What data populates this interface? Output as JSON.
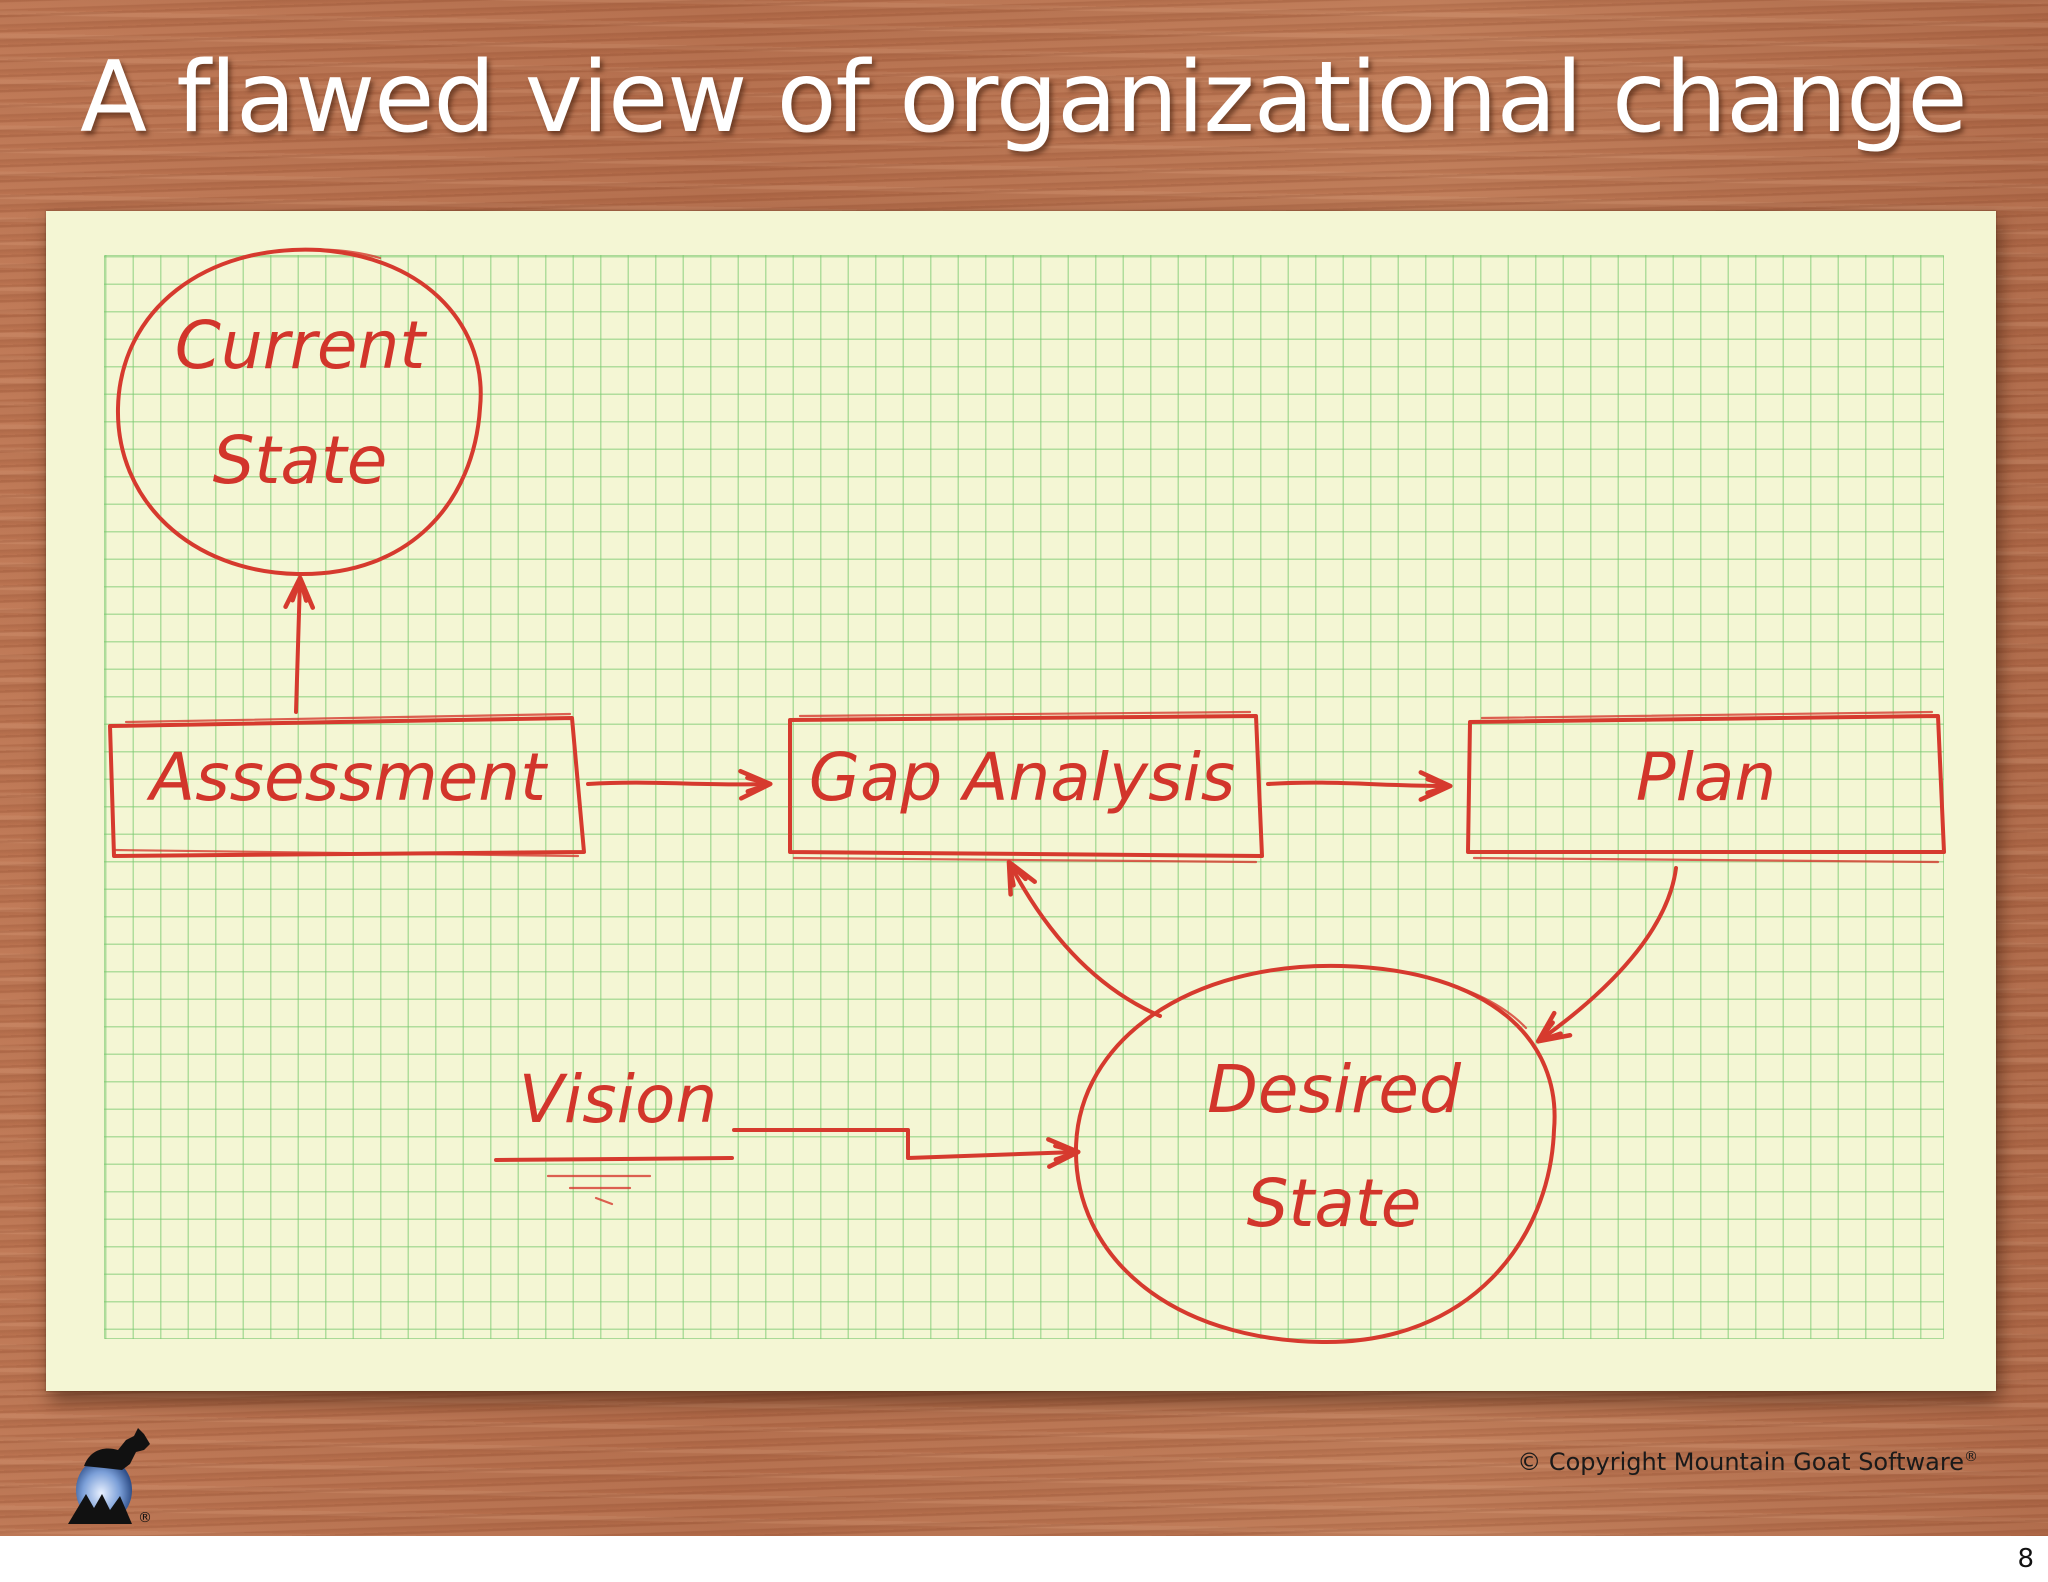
{
  "slide": {
    "title": "A flawed view of organizational change",
    "copyright": "© Copyright Mountain Goat Software",
    "copyright_mark": "®",
    "logo_mark": "®",
    "page_number": "8"
  },
  "diagram": {
    "nodes": {
      "current_state": {
        "shape": "circle",
        "line1": "Current",
        "line2": "State"
      },
      "assessment": {
        "shape": "box",
        "label": "Assessment"
      },
      "gap_analysis": {
        "shape": "box",
        "label": "Gap Analysis"
      },
      "plan": {
        "shape": "box",
        "label": "Plan"
      },
      "desired_state": {
        "shape": "circle",
        "line1": "Desired",
        "line2": "State"
      },
      "vision": {
        "shape": "text",
        "label": "Vision"
      }
    },
    "edges": [
      {
        "from": "assessment",
        "to": "current_state"
      },
      {
        "from": "assessment",
        "to": "gap_analysis"
      },
      {
        "from": "gap_analysis",
        "to": "plan"
      },
      {
        "from": "plan",
        "to": "desired_state"
      },
      {
        "from": "desired_state",
        "to": "gap_analysis"
      },
      {
        "from": "vision",
        "to": "desired_state"
      }
    ],
    "colors": {
      "ink": "#d63a2e",
      "paper": "#f4f6d4",
      "grid": "#78c86e",
      "wood": "#b8704e"
    }
  }
}
